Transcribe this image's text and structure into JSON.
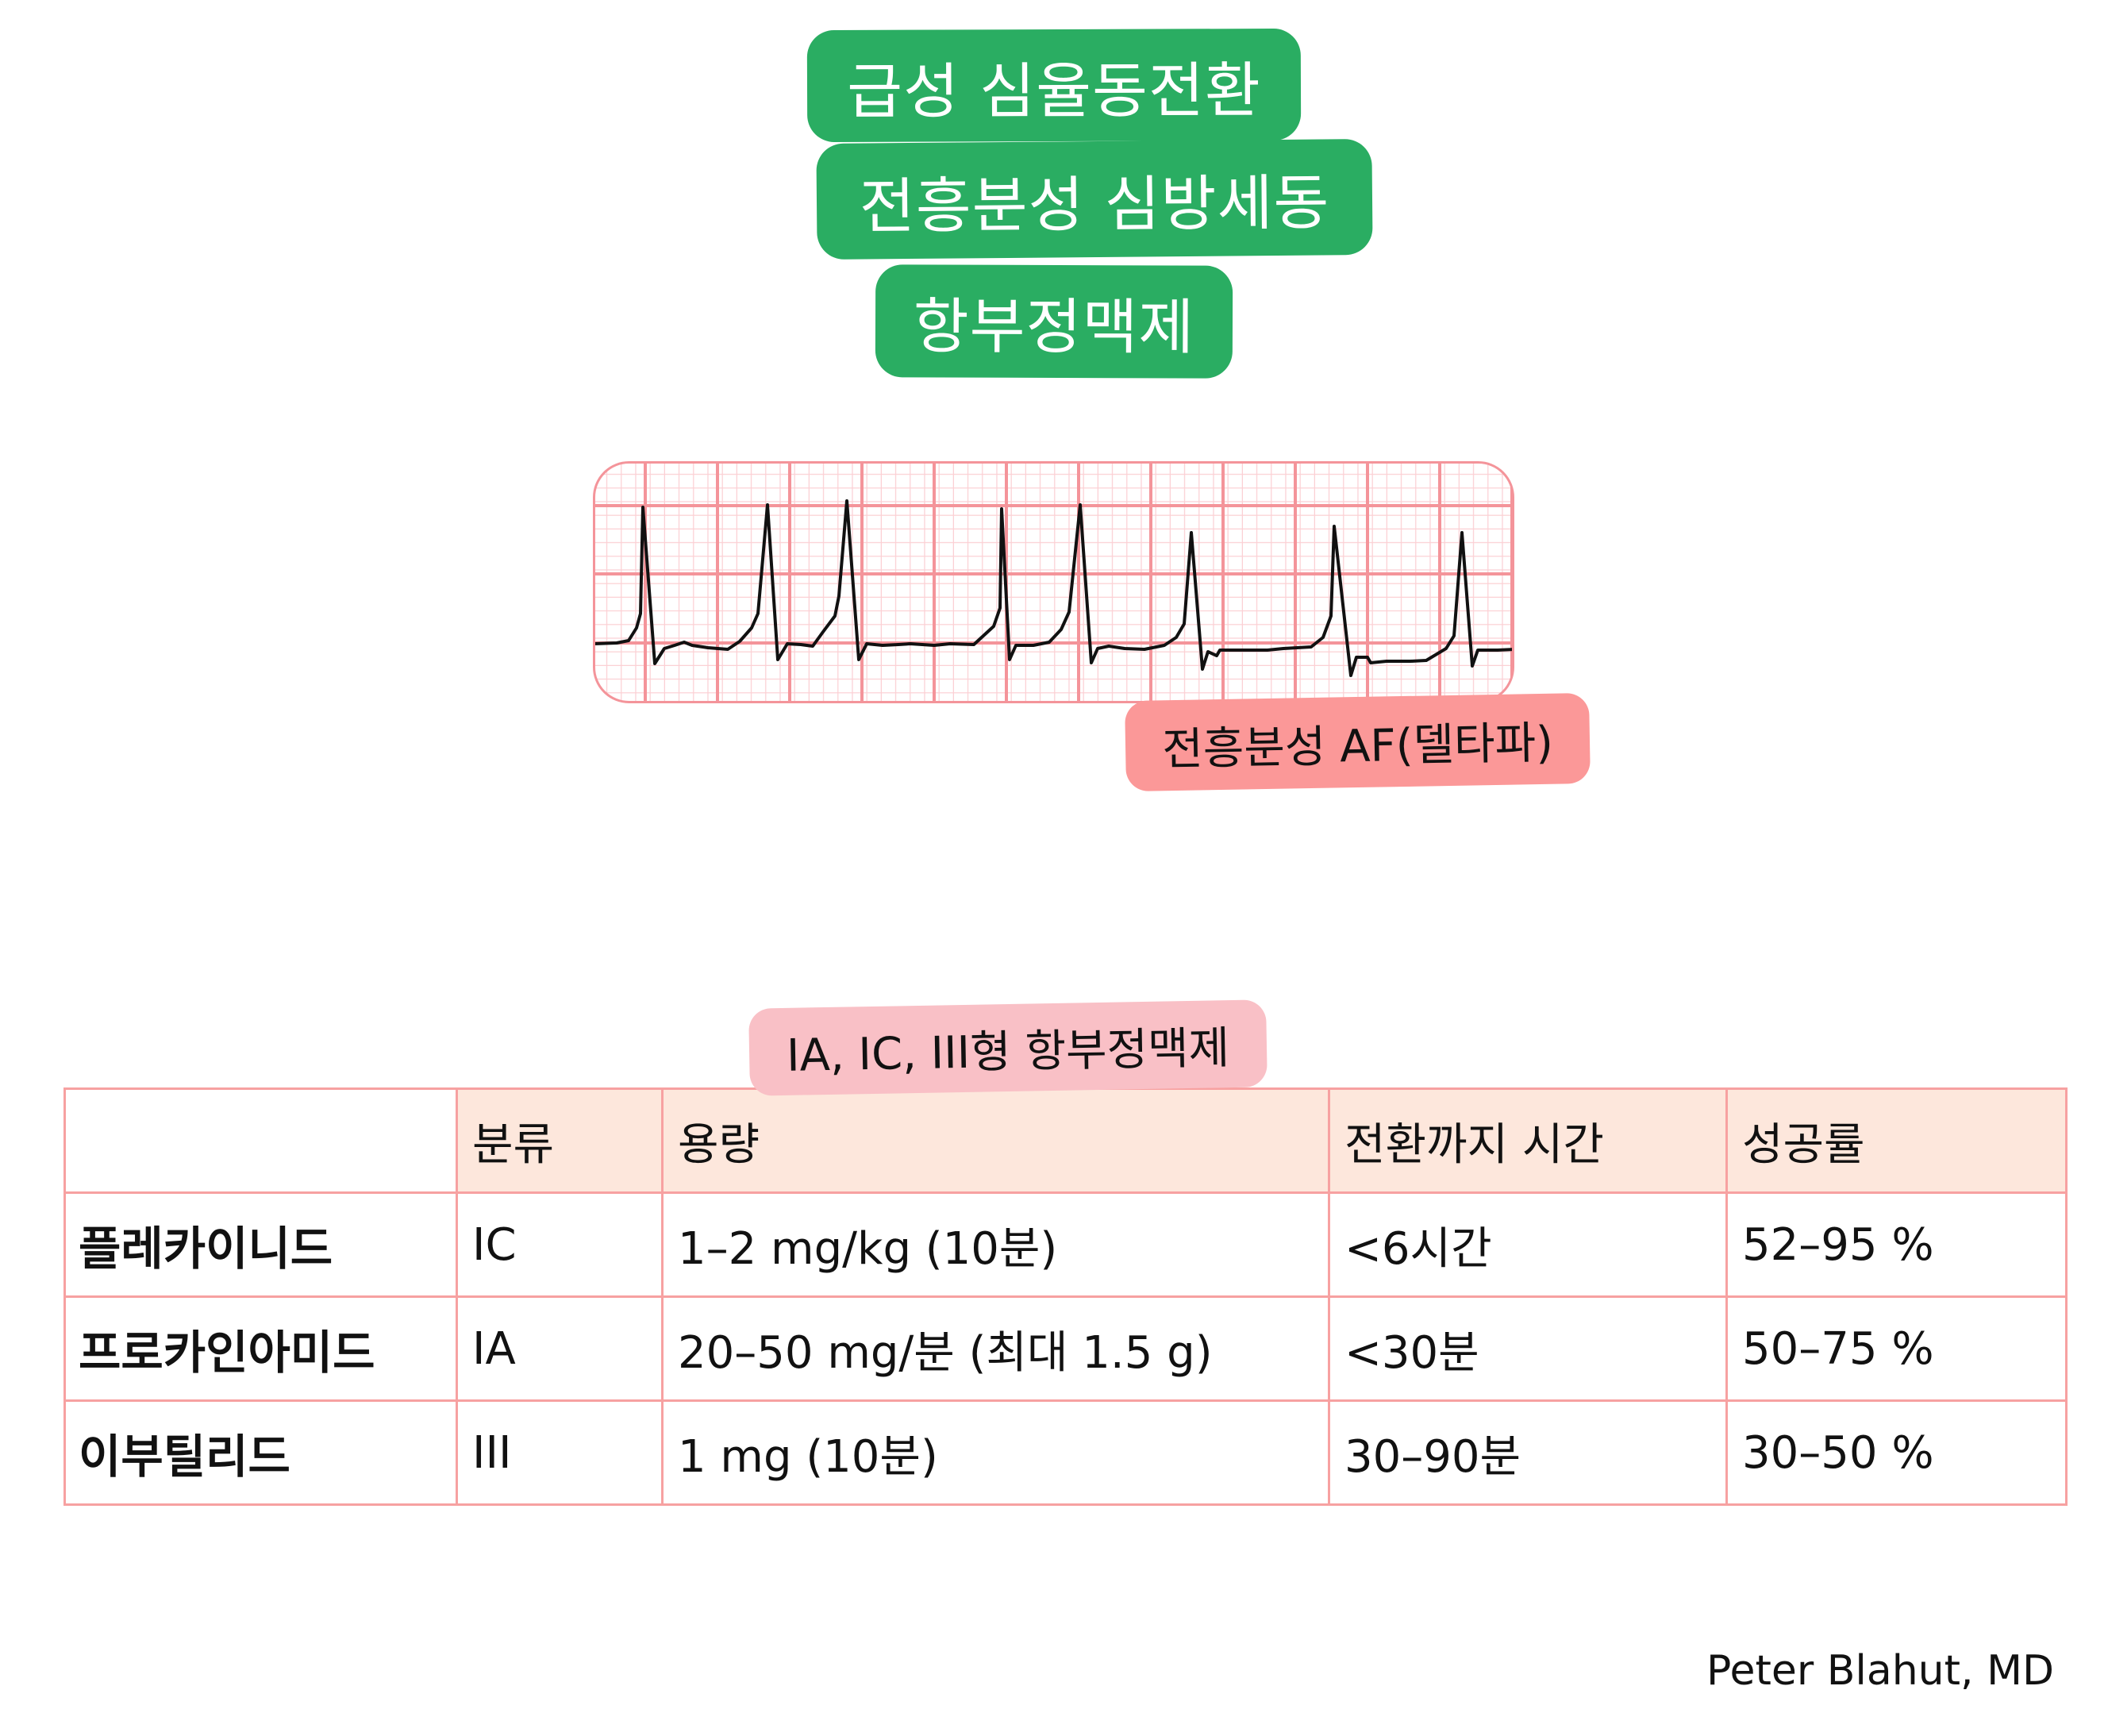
{
  "titles": [
    "급성 심율동전환",
    "전흥분성 심방세동",
    "항부정맥제"
  ],
  "ecg": {
    "label": "전흥분성 AF(델타파)",
    "icon": "ecg-strip-icon",
    "grid_color_major": "#f4949a",
    "grid_color_minor": "#fcd0d4",
    "trace_color": "#111111"
  },
  "table_label": "IA, IC, III형 항부정맥제",
  "table": {
    "headers": [
      "",
      "분류",
      "용량",
      "전환까지 시간",
      "성공률"
    ],
    "rows": [
      {
        "drug": "플레카이니드",
        "class": "IC",
        "dose": "1–2 mg/kg (10분)",
        "time": "<6시간",
        "success": "52–95 %"
      },
      {
        "drug": "프로카인아미드",
        "class": "IA",
        "dose": "20–50 mg/분 (최대 1.5 g)",
        "time": "<30분",
        "success": "50–75 %"
      },
      {
        "drug": "이부틸리드",
        "class": "III",
        "dose": "1 mg (10분)",
        "time": "30–90분",
        "success": "30–50 %"
      }
    ]
  },
  "author": "Peter Blahut, MD",
  "colors": {
    "title_badge": "#2aad62",
    "ecg_label_badge": "#fb9898",
    "table_label_badge": "#f9c0c6",
    "table_header_bg": "#fde7dc",
    "table_border": "#f7a1a1"
  }
}
